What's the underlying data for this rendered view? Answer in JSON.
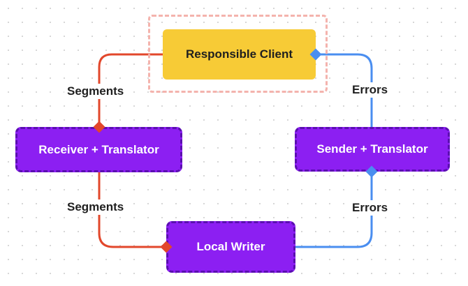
{
  "nodes": {
    "responsible_client": "Responsible Client",
    "receiver_translator": "Receiver + Translator",
    "sender_translator": "Sender + Translator",
    "local_writer": "Local Writer"
  },
  "edge_labels": {
    "segments_top": "Segments",
    "segments_bottom": "Segments",
    "errors_top": "Errors",
    "errors_bottom": "Errors"
  },
  "colors": {
    "segments_edge": "#e2472b",
    "errors_edge": "#4a8ef0",
    "node_purple": "#8c1ff2",
    "node_yellow": "#f7cb36",
    "selection_outline": "#f4b3ad"
  }
}
